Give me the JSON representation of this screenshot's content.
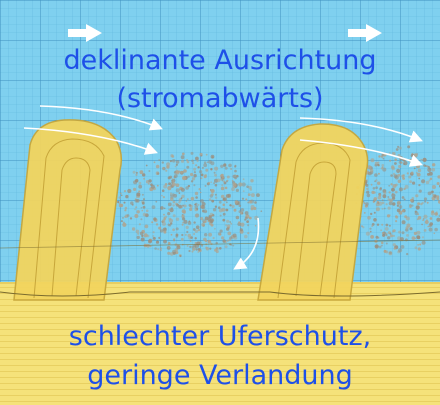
{
  "title": {
    "line1": "deklinante Ausrichtung",
    "line2": "(stromabwärts)"
  },
  "caption": {
    "line1": "schlechter Uferschutz,",
    "line2": "geringe Verlandung"
  },
  "colors": {
    "water": "#7fd0ef",
    "grid_minor": "#5fb6dc",
    "grid_major": "#3f91bf",
    "bank": "#f5e27a",
    "groyne": "#f2d55e",
    "groyne_outline": "#c7a63a",
    "text": "#1e50e8",
    "arrow": "#ffffff",
    "sediment": "#9a8f80"
  },
  "icons": {
    "flow": "arrow-right-icon",
    "current": "curved-arrow-icon"
  }
}
